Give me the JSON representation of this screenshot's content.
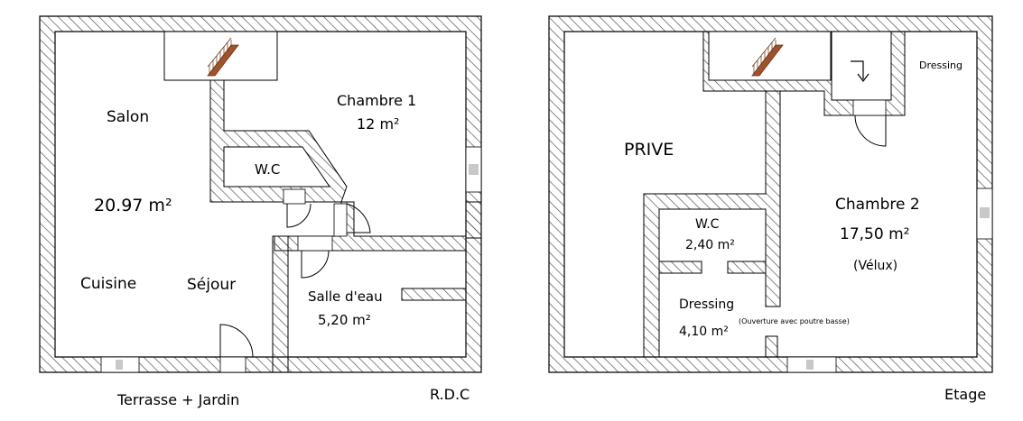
{
  "plans": {
    "rdc": {
      "rooms": {
        "salon": "Salon",
        "chambre1": "Chambre 1",
        "chambre1_area": "12 m²",
        "wc": "W.C",
        "salon_area": "20.97 m²",
        "cuisine": "Cuisine",
        "sejour": "Séjour",
        "salle_eau": "Salle d'eau",
        "salle_eau_area": "5,20 m²"
      },
      "caption_left": "Terrasse + Jardin",
      "caption_right": "R.D.C"
    },
    "etage": {
      "rooms": {
        "prive": "PRIVE",
        "dressing_top": "Dressing",
        "chambre2": "Chambre 2",
        "chambre2_area": "17,50 m²",
        "velux": "(Vélux)",
        "wc": "W.C",
        "wc_area": "2,40 m²",
        "dressing": "Dressing",
        "dressing_area": "4,10 m²",
        "ouverture_note": "(Ouverture avec poutre basse)"
      },
      "caption": "Etage"
    }
  },
  "colors": {
    "wall_outline": "#000000",
    "hatch": "#555555",
    "stair_wood": "#a0522d",
    "window": "#c8c8c8"
  }
}
